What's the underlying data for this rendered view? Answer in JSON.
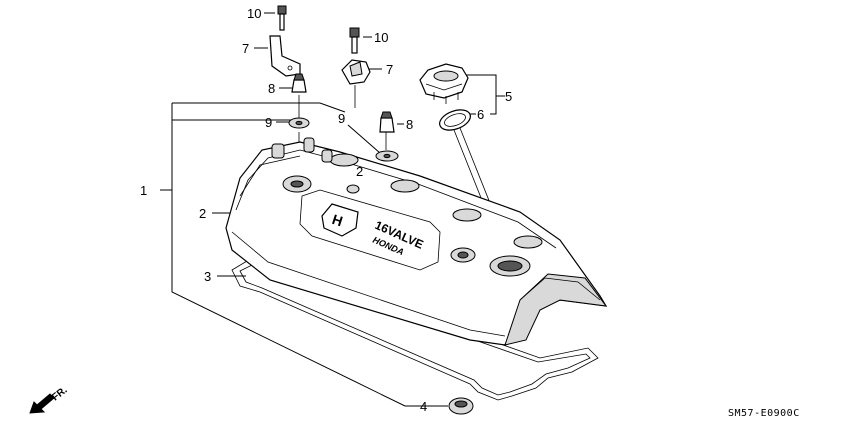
{
  "callouts": {
    "c1": "1",
    "c2a": "2",
    "c2b": "2",
    "c3": "3",
    "c4": "4",
    "c5": "5",
    "c6": "6",
    "c7a": "7",
    "c7b": "7",
    "c8a": "8",
    "c8b": "8",
    "c9a": "9",
    "c9b": "9",
    "c10a": "10",
    "c10b": "10"
  },
  "embossing": {
    "valve": "16VALVE",
    "brand": "HONDA"
  },
  "direction": {
    "label": "FR."
  },
  "diagram_code": "SM57-E0900C"
}
